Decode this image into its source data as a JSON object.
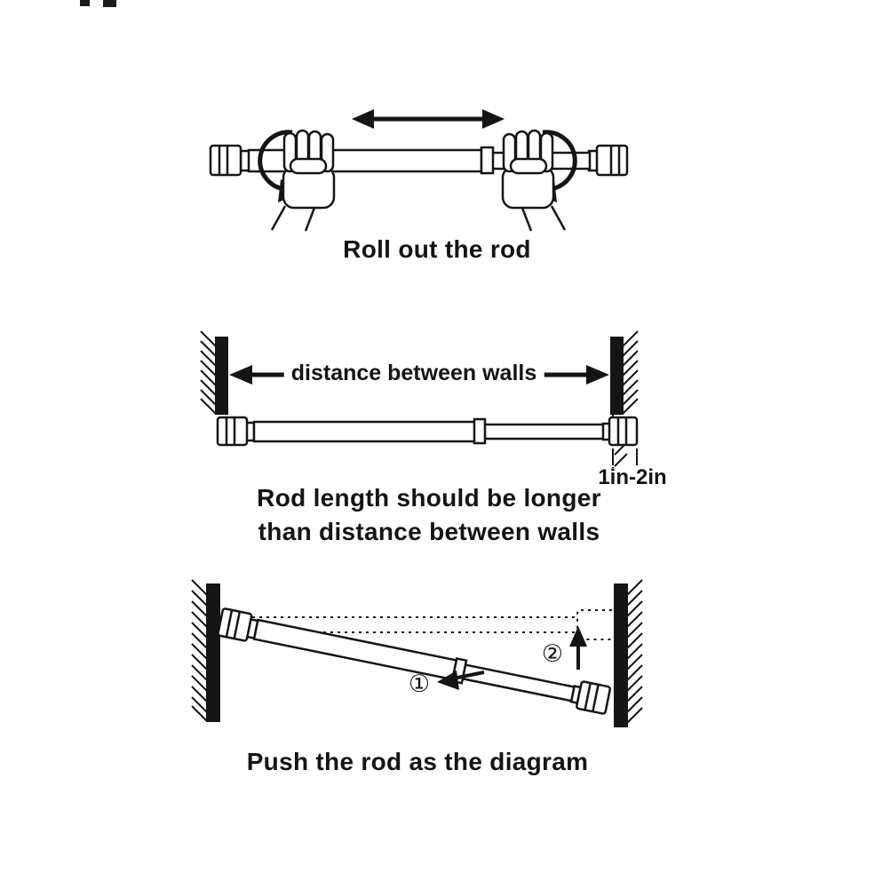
{
  "colors": {
    "ink": "#151515",
    "background": "#ffffff"
  },
  "panel1": {
    "caption": "Roll out the rod"
  },
  "panel2": {
    "distance_label": "distance between walls",
    "overlap_label": "1in-2in",
    "caption_line1": "Rod length should be longer",
    "caption_line2": "than distance between walls"
  },
  "panel3": {
    "step1": "①",
    "step2": "②",
    "caption": "Push the rod as the diagram"
  }
}
